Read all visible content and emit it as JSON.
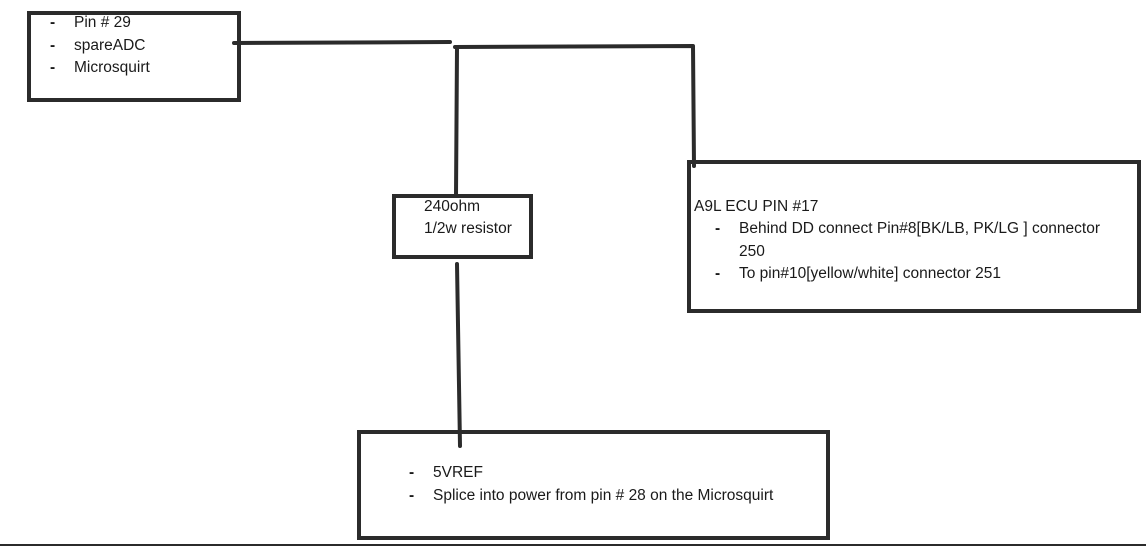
{
  "bullet_marker": "-",
  "pin_box": {
    "items": [
      "Pin # 29",
      "spareADC",
      "Microsquirt"
    ]
  },
  "resistor_box": {
    "line1": "240ohm",
    "line2": "1/2w resistor"
  },
  "ecu_box": {
    "title": "A9L ECU PIN #17",
    "items": [
      "Behind DD connect Pin#8[BK/LB, PK/LG ] connector 250",
      "To pin#10[yellow/white] connector 251"
    ]
  },
  "ref_box": {
    "items": [
      "5VREF",
      "Splice into power from pin # 28 on the Microsquirt"
    ]
  },
  "colors": {
    "stroke": "#2b2b2b",
    "background": "#ffffff",
    "text": "#1a1a1a"
  }
}
